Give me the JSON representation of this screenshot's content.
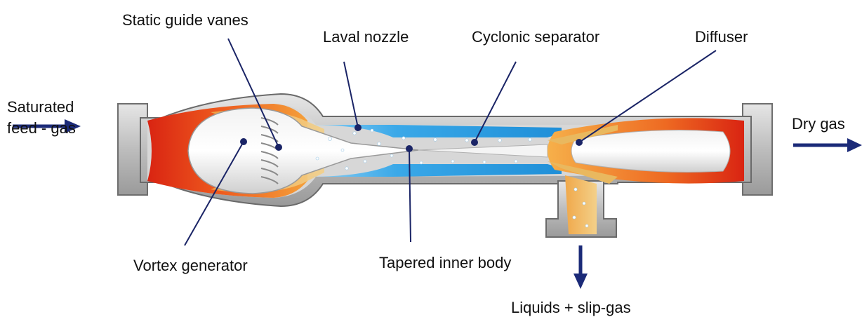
{
  "labels": {
    "static_guide_vanes": "Static guide vanes",
    "laval_nozzle": "Laval nozzle",
    "cyclonic_separator": "Cyclonic separator",
    "diffuser": "Diffuser",
    "saturated_feed_line1": "Saturated",
    "saturated_feed_line2": "feed - gas",
    "dry_gas": "Dry gas",
    "vortex_generator": "Vortex generator",
    "tapered_inner_body": "Tapered inner body",
    "liquids_slip_gas": "Liquids + slip-gas"
  },
  "colors": {
    "pipe_gray": "#c9c9c9",
    "pipe_edge": "#6e6e6e",
    "hot_red": "#e8361c",
    "orange": "#f08a2a",
    "liquid_tan": "#e9b85f",
    "gas_blue": "#3aa8e8",
    "leader_navy": "#1a2466",
    "arrow_navy": "#1b2a78"
  }
}
